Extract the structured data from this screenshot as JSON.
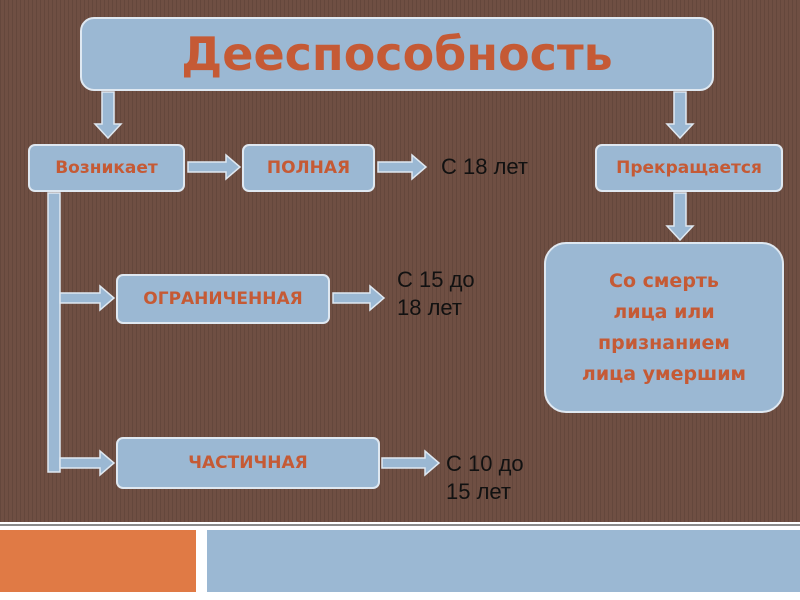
{
  "title": "Дееспособность",
  "nodes": {
    "arises": "Возникает",
    "full": "ПОЛНАЯ",
    "ceases": "Прекращается",
    "limited": "ОГРАНИЧЕННАЯ",
    "partial": "ЧАСТИЧНАЯ",
    "ceases_detail": [
      "Со смерть",
      "лица или",
      "признанием",
      "лица умершим"
    ]
  },
  "ages": {
    "full": "С 18 лет",
    "limited": [
      "С 15 до",
      "18 лет"
    ],
    "partial": [
      "С 10 до",
      "15 лет"
    ]
  },
  "colors": {
    "background": "#6f4f43",
    "box_fill": "#9bb8d3",
    "box_border": "#dfe8f1",
    "box_text": "#c55a35",
    "accent_orange": "#e07a45"
  }
}
